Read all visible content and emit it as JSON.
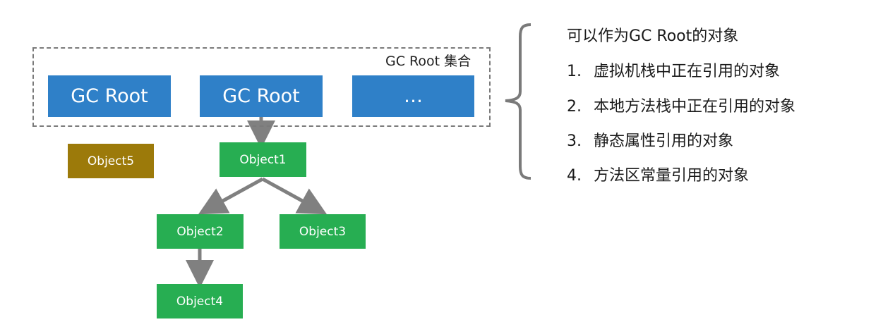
{
  "colors": {
    "root_box": "#2f80c8",
    "object_reachable": "#27ae52",
    "object_unreachable": "#9c7a0a",
    "arrow": "#808080",
    "dashed_border": "#7a7a7a",
    "brace": "#7a7a7a",
    "text": "#1a1a1a"
  },
  "gc_root_set": {
    "label": "GC Root 集合",
    "boxes": [
      "GC Root",
      "GC Root",
      "…"
    ]
  },
  "objects": {
    "object1": "Object1",
    "object2": "Object2",
    "object3": "Object3",
    "object4": "Object4",
    "object5": "Object5"
  },
  "edges": [
    {
      "from": "GC Root",
      "to": "Object1"
    },
    {
      "from": "Object1",
      "to": "Object2"
    },
    {
      "from": "Object1",
      "to": "Object3"
    },
    {
      "from": "Object2",
      "to": "Object4"
    }
  ],
  "notes": {
    "title": "可以作为GC Root的对象",
    "items": [
      {
        "num": "1.",
        "text": "虚拟机栈中正在引用的对象"
      },
      {
        "num": "2.",
        "text": "本地方法栈中正在引用的对象"
      },
      {
        "num": "3.",
        "text": "静态属性引用的对象"
      },
      {
        "num": "4.",
        "text": "方法区常量引用的对象"
      }
    ]
  }
}
